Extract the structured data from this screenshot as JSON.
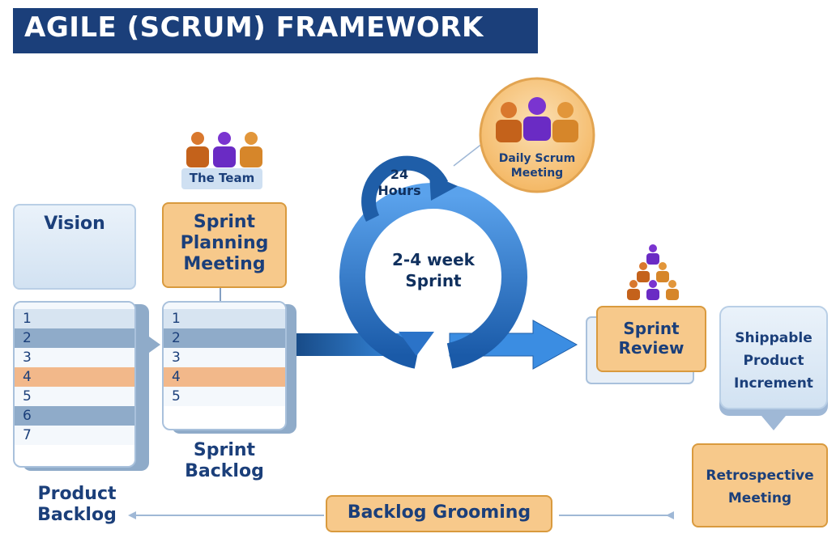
{
  "title": "AGILE (SCRUM) FRAMEWORK",
  "vision": {
    "label": "Vision"
  },
  "team": {
    "label": "The Team"
  },
  "sprint_planning": {
    "label_lines": [
      "Sprint",
      "Planning",
      "Meeting"
    ]
  },
  "product_backlog": {
    "items": [
      "1",
      "2",
      "3",
      "4",
      "5",
      "6",
      "7"
    ],
    "label_lines": [
      "Product",
      "Backlog"
    ]
  },
  "sprint_backlog": {
    "items": [
      "1",
      "2",
      "3",
      "4",
      "5"
    ],
    "label_lines": [
      "Sprint",
      "Backlog"
    ]
  },
  "daily_scrum": {
    "label_lines": [
      "Daily Scrum",
      "Meeting"
    ]
  },
  "cycle_24": {
    "label_lines": [
      "24",
      "Hours"
    ]
  },
  "sprint_cycle": {
    "label_lines": [
      "2-4 week",
      "Sprint"
    ]
  },
  "sprint_review": {
    "label_lines": [
      "Sprint",
      "Review"
    ]
  },
  "shippable": {
    "label_lines": [
      "Shippable",
      "Product",
      "Increment"
    ]
  },
  "retrospective": {
    "label_lines": [
      "Retrospective",
      "Meeting"
    ]
  },
  "grooming": {
    "label": "Backlog Grooming"
  },
  "colors": {
    "navy": "#1b3f7a",
    "orange": "#f7c98b",
    "blue_arrow": "#2f7fd8",
    "purple": "#6a2bc4"
  }
}
